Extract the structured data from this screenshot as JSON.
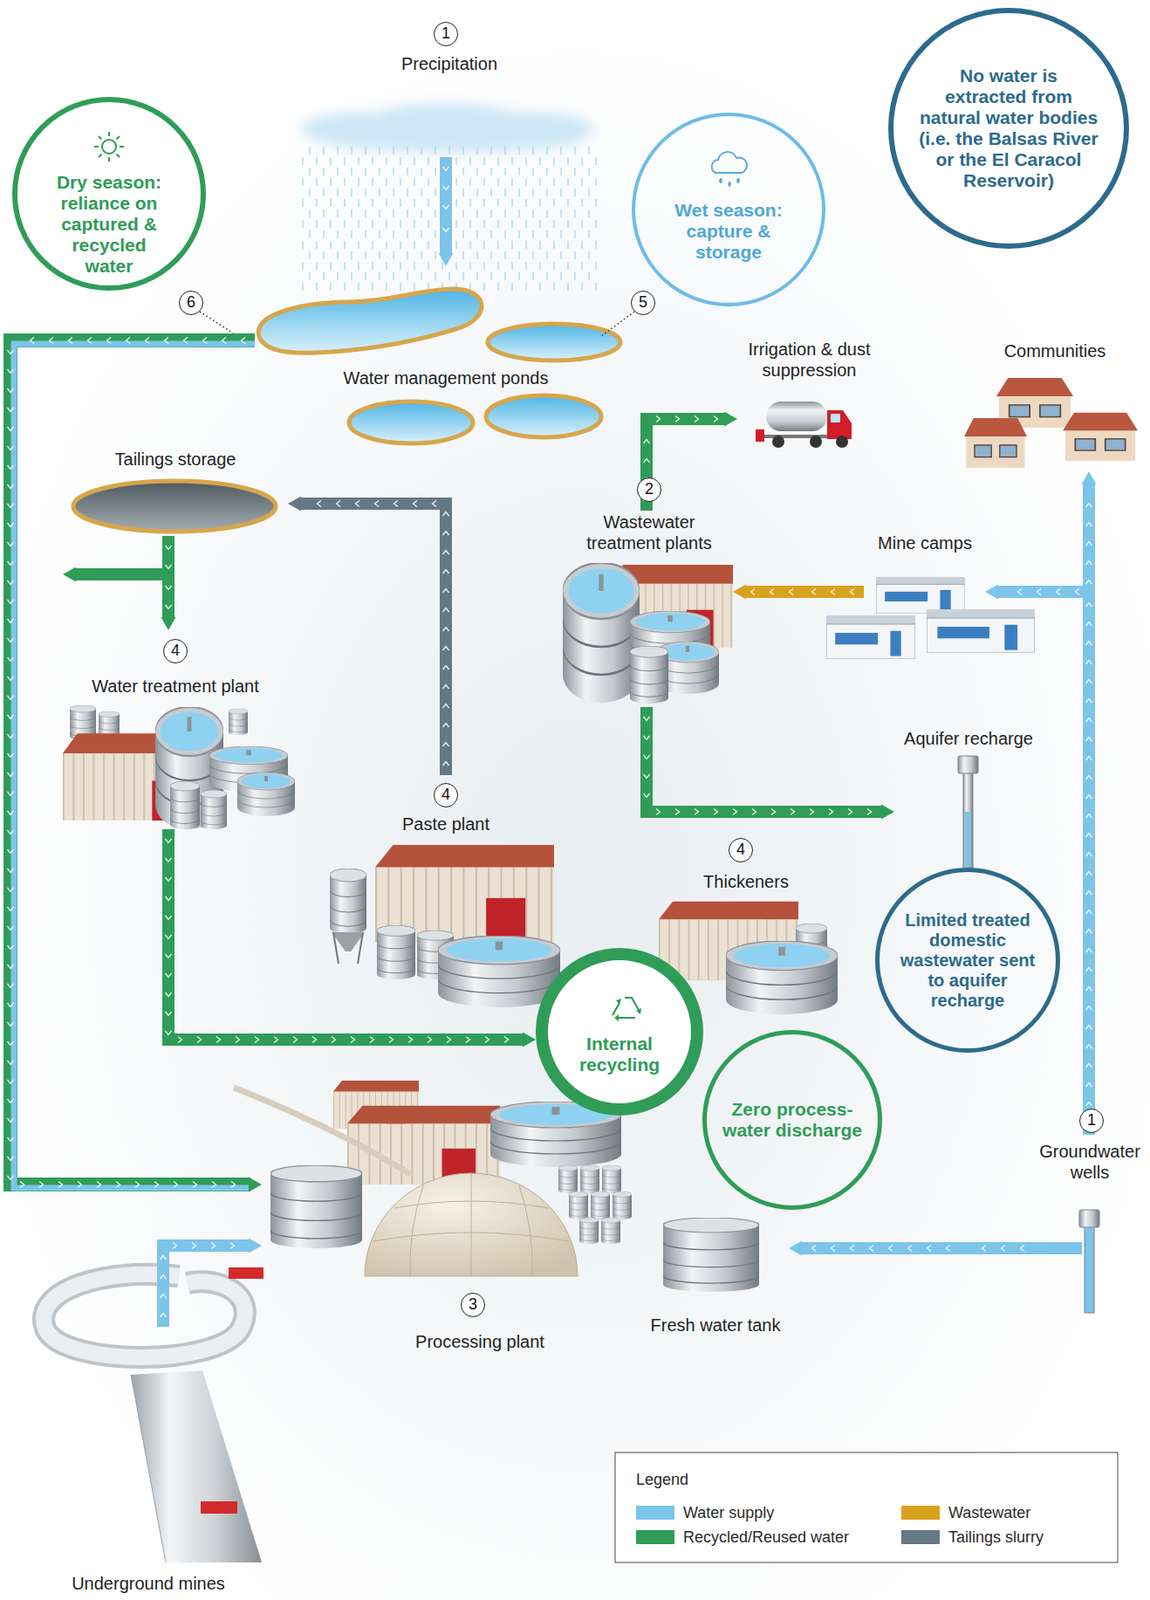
{
  "diagram": {
    "nodes": [
      {
        "text": [
          "Precipitation"
        ]
      },
      {
        "text": [
          "Dry season: reliance on captured & recycled water"
        ]
      },
      {
        "text": [
          "Wet season: capture & storage"
        ]
      },
      {
        "text": [
          "No water is extracted from natural water bodies (i.e. the Balsas River or the El Caracol Reservoir)"
        ]
      },
      {
        "text": [
          "Water management ponds"
        ]
      },
      {
        "text": [
          "Irrigation & dust suppression"
        ]
      },
      {
        "text": [
          "Communities"
        ]
      },
      {
        "text": [
          "Tailings storage"
        ]
      },
      {
        "text": [
          "Wastewater treatment plants"
        ]
      },
      {
        "text": [
          "Mine camps"
        ]
      },
      {
        "text": [
          "Water treatment plant"
        ]
      },
      {
        "text": [
          "Aquifer recharge"
        ]
      },
      {
        "text": [
          "Paste plant"
        ]
      },
      {
        "text": [
          "Thickeners"
        ]
      },
      {
        "text": [
          "Limited treated domestic wastewater sent to aquifer recharge"
        ]
      },
      {
        "text": [
          "Internal recycling"
        ]
      },
      {
        "text": [
          "Zero process-water discharge"
        ]
      },
      {
        "text": [
          "Groundwater wells"
        ]
      },
      {
        "text": [
          "Fresh water tank"
        ]
      },
      {
        "text": [
          "Processing plant"
        ]
      },
      {
        "text": [
          "Underground mines"
        ]
      }
    ],
    "edges": [
      {
        "from": 0,
        "to": 4,
        "arrow": "to"
      },
      {
        "from": 4,
        "to": 19,
        "arrow": "to"
      },
      {
        "from": 12,
        "to": 7,
        "arrow": "to"
      },
      {
        "from": 7,
        "to": 10,
        "arrow": "to"
      },
      {
        "from": 10,
        "to": 15,
        "arrow": "to"
      },
      {
        "from": 9,
        "to": 8,
        "arrow": "to"
      },
      {
        "from": 8,
        "to": 5,
        "arrow": "to"
      },
      {
        "from": 8,
        "to": 11,
        "arrow": "to"
      },
      {
        "from": 17,
        "to": 6,
        "arrow": "to"
      },
      {
        "from": 17,
        "to": 9,
        "arrow": "to"
      },
      {
        "from": 17,
        "to": 18,
        "arrow": "to"
      },
      {
        "from": 20,
        "to": 19,
        "arrow": "to"
      }
    ],
    "labels": [
      "1",
      "6",
      "5",
      "2",
      "4",
      "4",
      "4",
      "1",
      "3",
      "Legend"
    ],
    "legend": [
      {
        "text": "Water supply",
        "color": "#7cc4ea"
      },
      {
        "text": "Wastewater",
        "color": "#d9a21e"
      },
      {
        "text": "Recycled/Reused water",
        "color": "#2f9d57"
      },
      {
        "text": "Tailings slurry",
        "color": "#657985"
      }
    ]
  }
}
